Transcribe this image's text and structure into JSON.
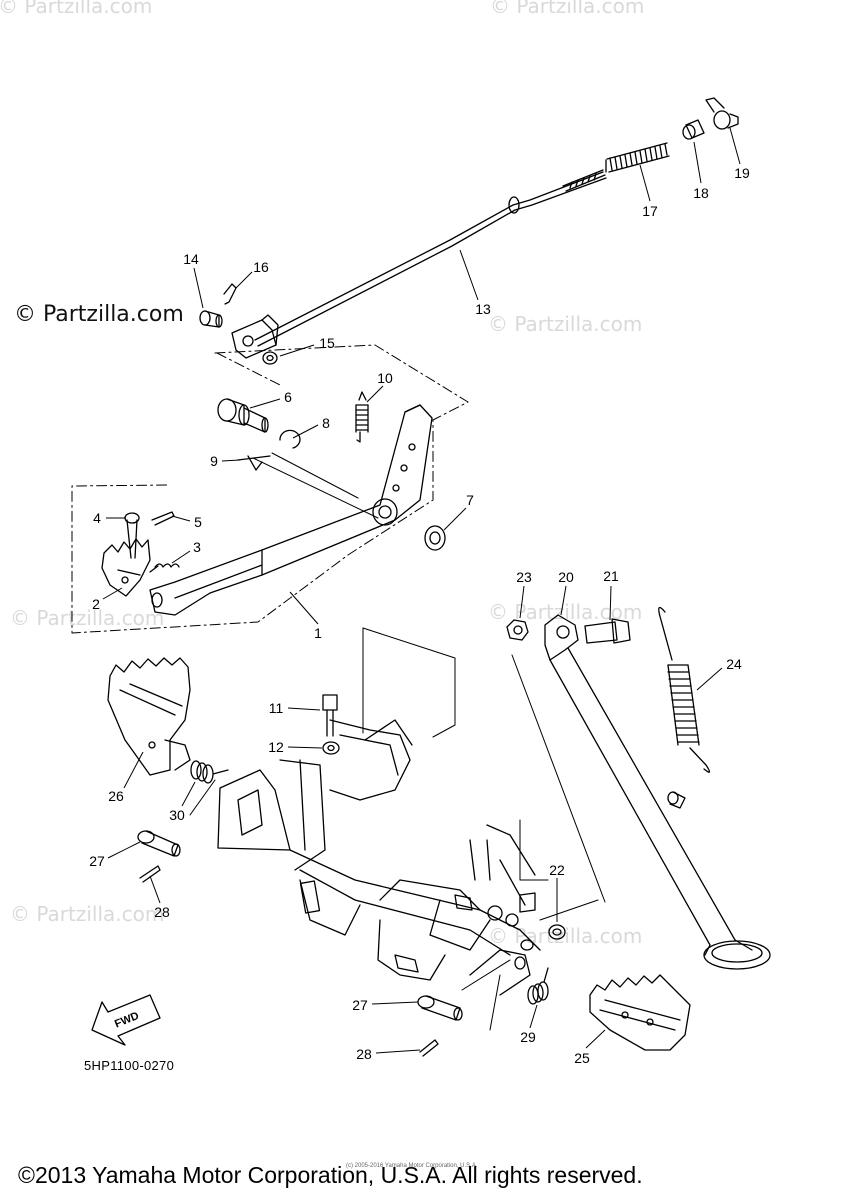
{
  "watermarks": {
    "brand_text": "© Partzilla.com",
    "faint_text": "© Partzilla.com"
  },
  "part_labels": {
    "p1": "1",
    "p2": "2",
    "p3": "3",
    "p4": "4",
    "p5": "5",
    "p6": "6",
    "p7": "7",
    "p8": "8",
    "p9": "9",
    "p10": "10",
    "p11": "11",
    "p12": "12",
    "p13": "13",
    "p14": "14",
    "p15": "15",
    "p16": "16",
    "p17": "17",
    "p18": "18",
    "p19": "19",
    "p20": "20",
    "p21": "21",
    "p22": "22",
    "p23": "23",
    "p24": "24",
    "p25": "25",
    "p26": "26",
    "p27a": "27",
    "p27b": "27",
    "p28a": "28",
    "p28b": "28",
    "p29": "29",
    "p30": "30"
  },
  "fwd_label": "FWD",
  "diagram_code": "5HP1100-0270",
  "fine_print": "(c) 2005-2016 Yamaha Motor Corporation, U.S.A.",
  "footer": {
    "copyright": "©2013 Yamaha Motor Corporation, U.S.A. All rights reserved."
  }
}
